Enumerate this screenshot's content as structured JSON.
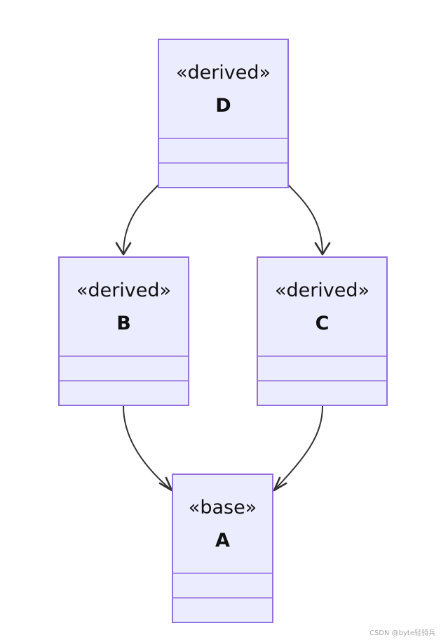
{
  "diagram": {
    "type": "class-diagram",
    "colors": {
      "box_fill": "#ececff",
      "box_border": "#9370db",
      "edge": "#333333",
      "text": "#111111"
    },
    "nodes": {
      "D": {
        "stereotype": "«derived»",
        "name": "D"
      },
      "B": {
        "stereotype": "«derived»",
        "name": "B"
      },
      "C": {
        "stereotype": "«derived»",
        "name": "C"
      },
      "A": {
        "stereotype": "«base»",
        "name": "A"
      }
    },
    "edges": [
      {
        "from": "D",
        "to": "B"
      },
      {
        "from": "D",
        "to": "C"
      },
      {
        "from": "B",
        "to": "A"
      },
      {
        "from": "C",
        "to": "A"
      }
    ]
  },
  "watermark": "CSDN @byte轻骑兵"
}
